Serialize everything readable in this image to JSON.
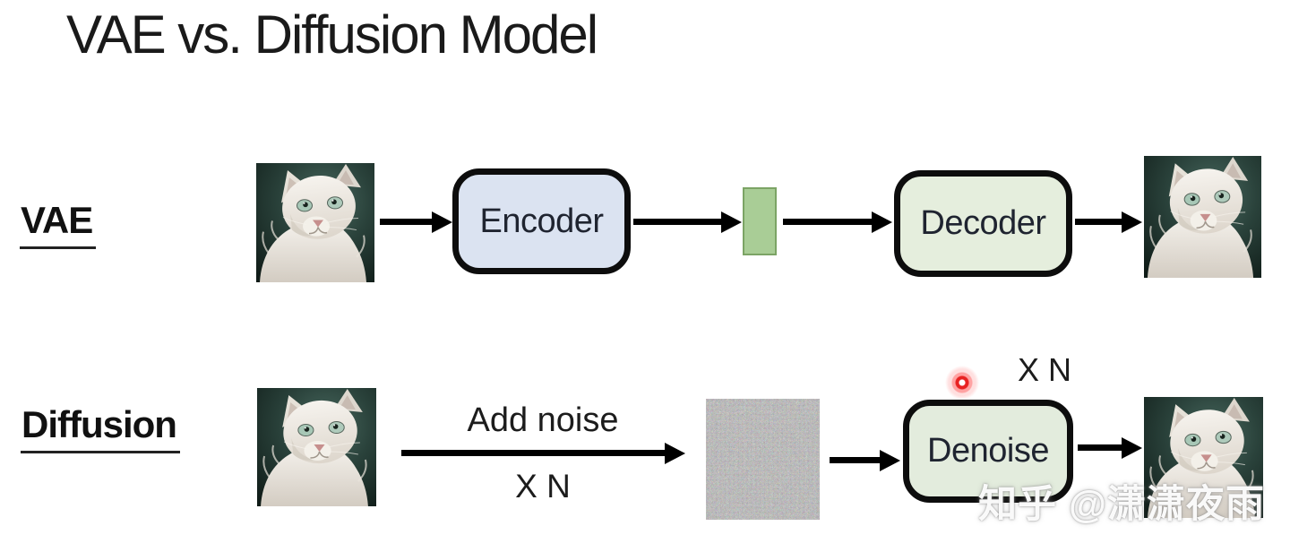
{
  "title": "VAE vs. Diffusion Model",
  "vae_row": {
    "label": "VAE",
    "encoder": "Encoder",
    "decoder": "Decoder"
  },
  "diffusion_row": {
    "label": "Diffusion",
    "add_noise": "Add noise",
    "repeat_bottom": "X N",
    "repeat_top": "X N",
    "denoise": "Denoise"
  },
  "watermark": "知乎 @潇潇夜雨",
  "images": {
    "cat": "white-fluffy-cat-photo",
    "noise": "random-rgb-noise-image",
    "latent": "latent-vector-bar",
    "laser": "red-laser-pointer-dot"
  },
  "colors": {
    "title_color": "#1a1a1a",
    "label_color": "#111111",
    "text_dark": "#1f2430",
    "encoder_fill": "#dbe3f1",
    "decoder_fill": "#e5eedd",
    "denoise_fill": "#e3ecdd",
    "latent_fill": "#a9cd96",
    "latent_border": "#7ca465",
    "box_border": "#0d0d0d",
    "arrow_color": "#000000",
    "laser_color": "#e82222"
  }
}
